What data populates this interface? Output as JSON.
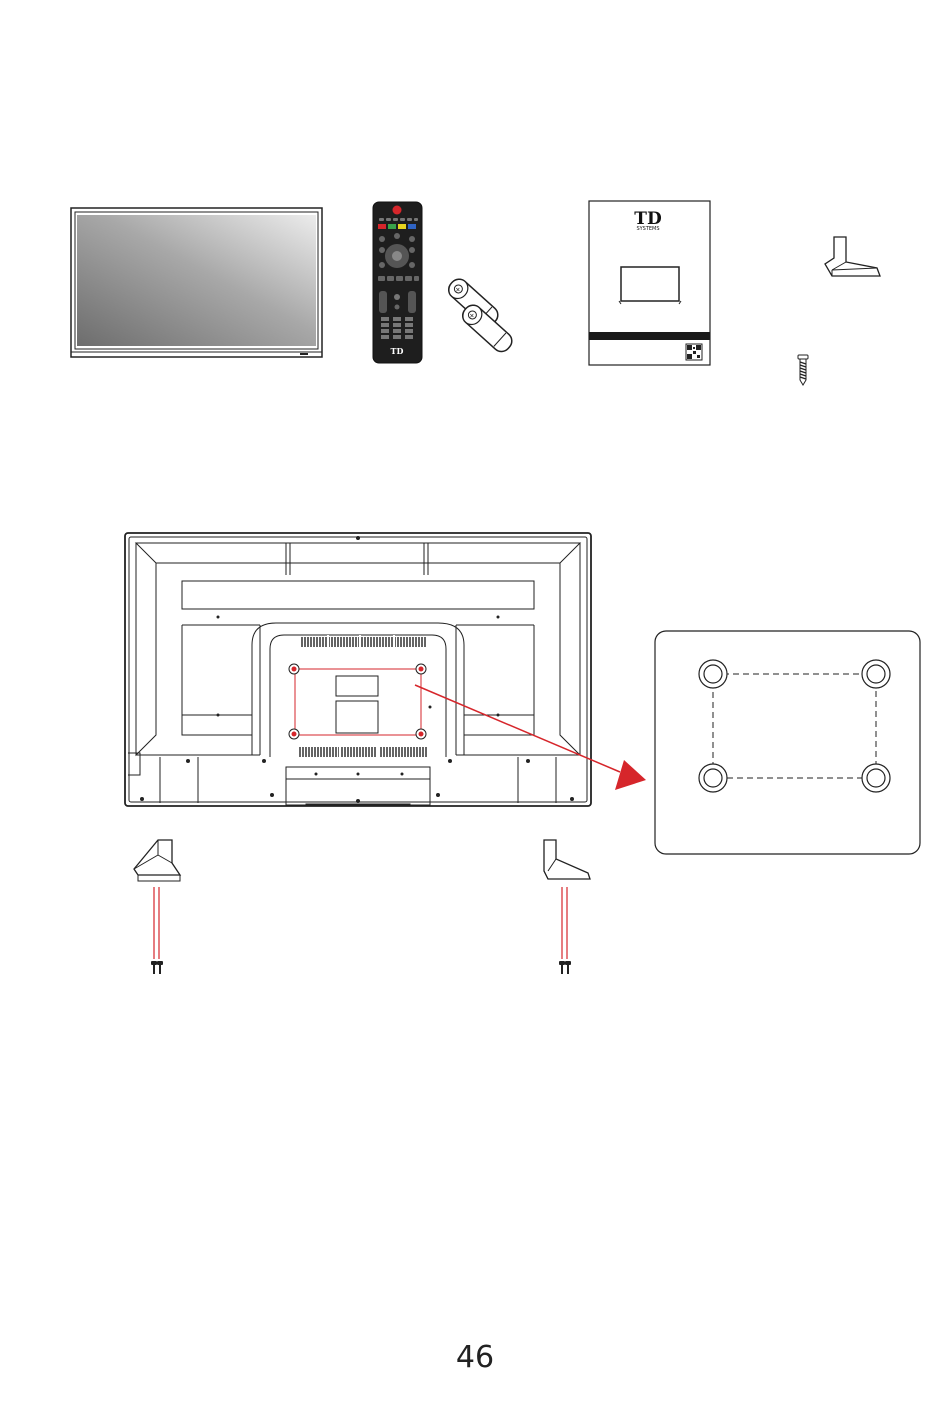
{
  "page": {
    "number": "46"
  },
  "package_contents": {
    "items": [
      {
        "icon": "tv-screen-icon"
      },
      {
        "icon": "remote-control-icon"
      },
      {
        "icon": "batteries-icon"
      },
      {
        "icon": "user-manual-icon"
      },
      {
        "icon": "stand-foot-icon"
      },
      {
        "icon": "screw-icon"
      }
    ]
  },
  "manual_cover": {
    "brand_logo": "TD",
    "brand_sub": "SYSTEMS"
  },
  "remote": {
    "logo": "TD"
  },
  "colors": {
    "line": "#222222",
    "accent_red": "#d6262b",
    "screen_dark": "#777777",
    "screen_light": "#e4e4e4"
  }
}
